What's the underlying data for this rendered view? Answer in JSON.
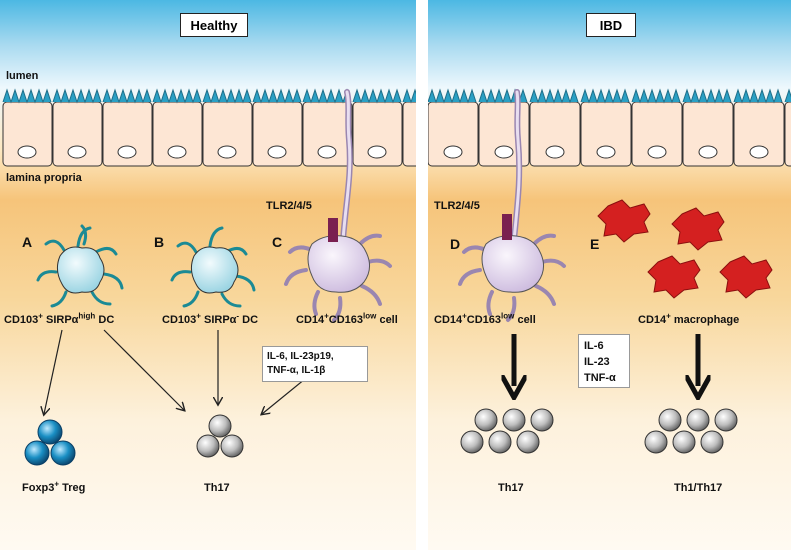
{
  "panels": {
    "healthy": {
      "title": "Healthy",
      "lumen": "lumen",
      "lamina": "lamina propria",
      "receptor": "TLR2/4/5",
      "letter_a": "A",
      "letter_b": "B",
      "letter_c": "C",
      "cell_a": {
        "main": "CD103",
        "sup1": "+",
        "mid": " SIRPα",
        "sup2": "high",
        "tail": " DC"
      },
      "cell_b": {
        "main": "CD103",
        "sup1": "+",
        "mid": " SIRPα",
        "sup2": "-",
        "tail": " DC"
      },
      "cell_c": {
        "main": "CD14",
        "sup1": "+",
        "mid": "CD163",
        "sup2": "low",
        "tail": " cell"
      },
      "cytokines": [
        "IL-6, IL-23p19,",
        "TNF-α, IL-1β"
      ],
      "treg": {
        "main": "Foxp3",
        "sup": "+",
        "tail": " Treg"
      },
      "th17": "Th17"
    },
    "ibd": {
      "title": "IBD",
      "receptor": "TLR2/4/5",
      "letter_d": "D",
      "letter_e": "E",
      "cell_d": {
        "main": "CD14",
        "sup1": "+",
        "mid": "CD163",
        "sup2": "low",
        "tail": " cell"
      },
      "cell_e": {
        "main": "CD14",
        "sup": "+",
        "tail": " macrophage"
      },
      "cytokines": [
        "IL-6",
        "IL-23",
        "TNF-α"
      ],
      "th17": "Th17",
      "th1th17": "Th1/Th17"
    }
  },
  "colors": {
    "lumen": "#4cb8e3",
    "cilia": "#2aa0c4",
    "epithelium": "#fde6d4",
    "dc_body": "#b7dfe9",
    "dc_arms": "#1b8a95",
    "cd14_body": "#ddd0e8",
    "tlr": "#7a2050",
    "macrophage": "#d42020",
    "treg": "#1a7fb0",
    "tcell": "#bfbfbf"
  }
}
